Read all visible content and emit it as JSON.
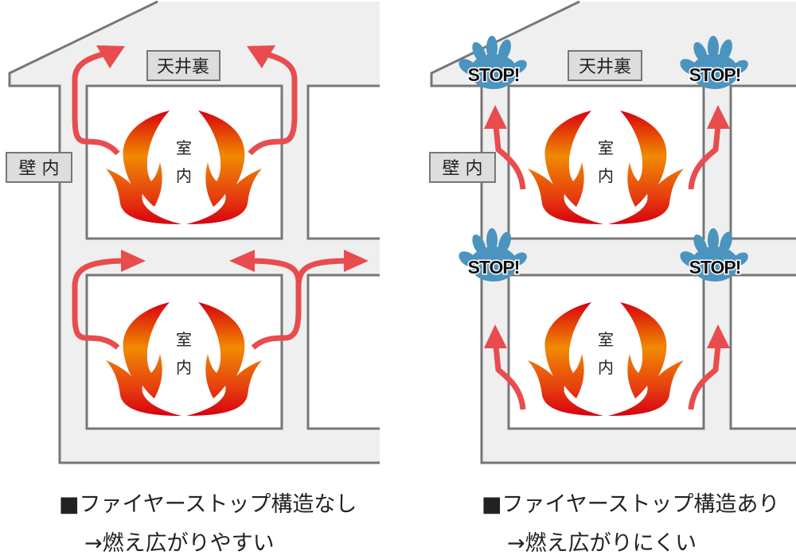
{
  "colors": {
    "wall": "#efefef",
    "outline": "#777777",
    "arrow": "#e84c4f",
    "hand": "#4b94c0",
    "flame_top": "#d8000f",
    "flame_mid": "#f08a00"
  },
  "left": {
    "attic_label": "天井裏",
    "wall_label": "壁 内",
    "room_label_1": "室",
    "room_label_2": "内",
    "caption_line1": "■ファイヤーストップ構造なし",
    "caption_line2": "→燃え広がりやすい"
  },
  "right": {
    "attic_label": "天井裏",
    "wall_label": "壁 内",
    "room_label_1": "室",
    "room_label_2": "内",
    "stop_text": "STOP!",
    "caption_line1": "■ファイヤーストップ構造あり",
    "caption_line2": "→燃え広がりにくい"
  },
  "icons": {
    "flame": "flame-icon",
    "stop_hand": "stop-hand-icon",
    "arrow": "arrow-icon"
  }
}
